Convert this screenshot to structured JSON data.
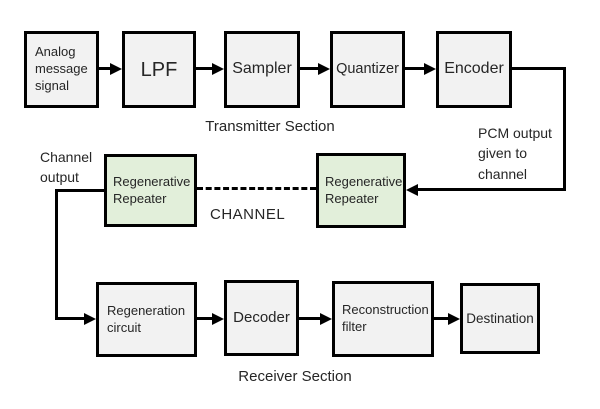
{
  "diagram": {
    "blocks": {
      "analog": {
        "label": "Analog message signal"
      },
      "lpf": {
        "label": "LPF"
      },
      "sampler": {
        "label": "Sampler"
      },
      "quantizer": {
        "label": "Quantizer"
      },
      "encoder": {
        "label": "Encoder"
      },
      "repeater_left": {
        "label": "Regenerative Repeater"
      },
      "repeater_right": {
        "label": "Regenerative Repeater"
      },
      "regeneration": {
        "label": "Regeneration circuit"
      },
      "decoder": {
        "label": "Decoder"
      },
      "reconstruction": {
        "label": "Reconstruction filter"
      },
      "destination": {
        "label": "Destination"
      }
    },
    "labels": {
      "transmitter_section": "Transmitter Section",
      "receiver_section": "Receiver Section",
      "channel": "CHANNEL",
      "pcm_output": "PCM output given to channel",
      "channel_output": "Channel output"
    },
    "colors": {
      "block_fill": "#f2f2f2",
      "repeater_fill": "#e2efda",
      "line": "#000000",
      "text": "#262626",
      "background": "#ffffff"
    }
  }
}
